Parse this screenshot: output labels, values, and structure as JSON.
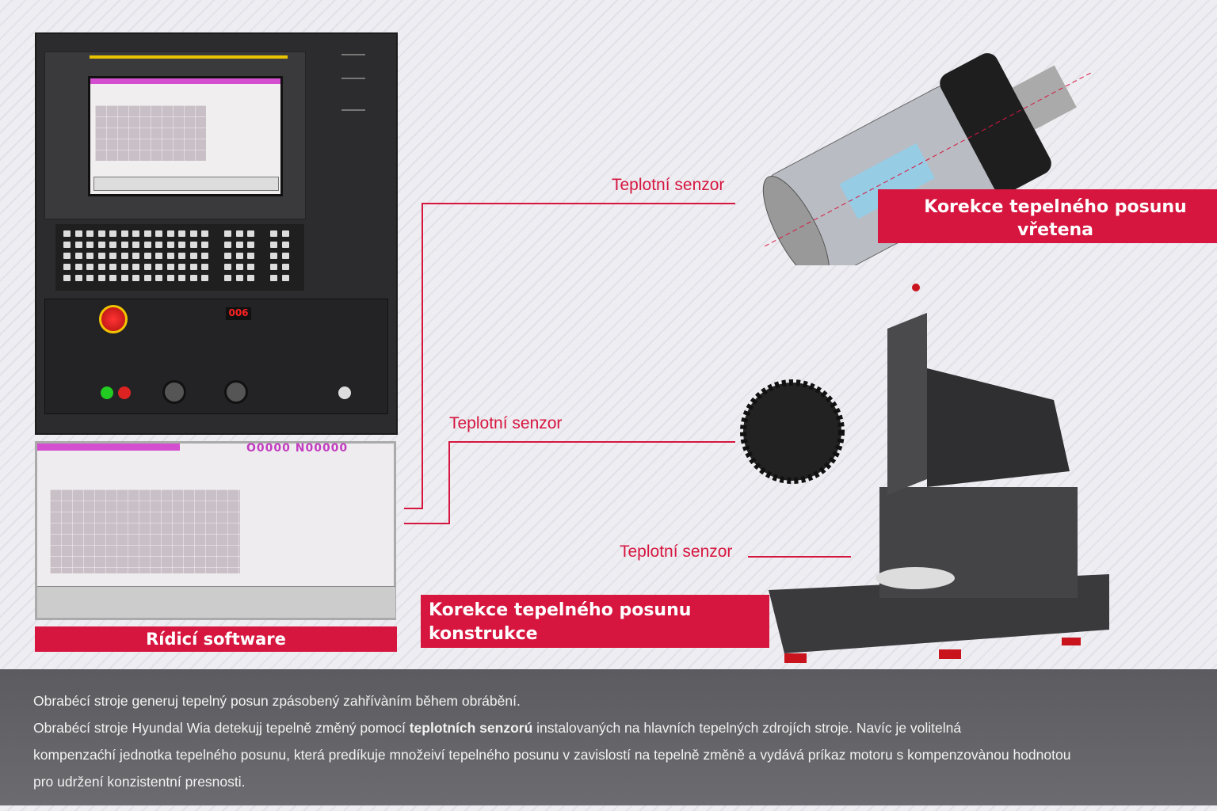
{
  "labels": {
    "sensor_spindle": "Teplotní senzor",
    "sensor_frame": "Teplotní senzor",
    "sensor_base": "Teplotní senzor",
    "spindle_title": "Korekce tepelného posunu vřetena",
    "structure_title": "Korekce tepelného posunu konstrukce",
    "software_title": "Rídicí software"
  },
  "screen": {
    "counter": "O0000 N00000",
    "display": "006"
  },
  "description": {
    "line1": "Obrabécí stroje generuj tepelný posun zpásobený zahřívàním během obrábění.",
    "line2_a": "Obrabécí stroje Hyundal Wia detekujj tepelně změný pomocí",
    "line2_bold": "teplotních senzorú",
    "line2_b": "instalovaných na hlavních tepelných zdrojích stroje. Navíc je volitelná",
    "line3": "kompenzaćhí jednotka tepelného posunu, která predíkuje množeiví tepelného posunu v zavislostí na tepelně změně a vydává príkaz motoru s kompenzovànou hodnotou",
    "line4": "pro udržení konzistentní presnosti."
  },
  "colors": {
    "accent": "#d6163f",
    "panel": "#2c2c2e",
    "footer": "#626267"
  }
}
